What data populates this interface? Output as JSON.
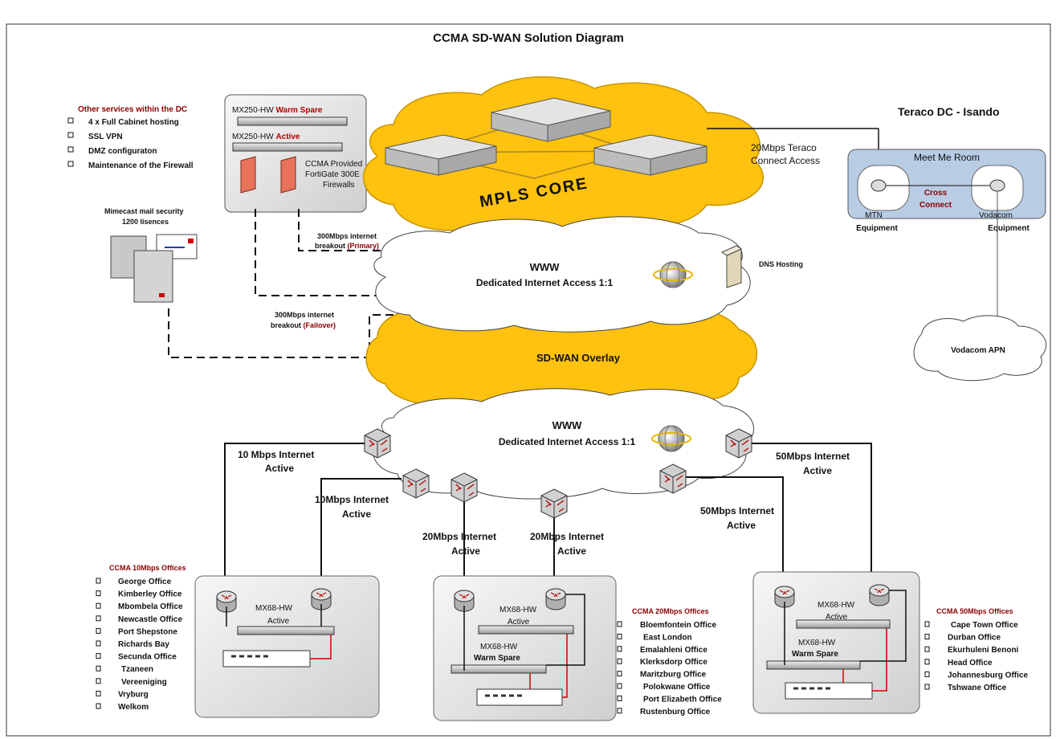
{
  "title": "CCMA  SD-WAN Solution Diagram",
  "dc_services": {
    "heading": "Other services within the DC",
    "items": [
      "4 x Full Cabinet hosting",
      "SSL VPN",
      "DMZ configuraton",
      "Maintenance of the Firewall"
    ]
  },
  "dc_box": {
    "mx_spare_prefix": "MX250-HW ",
    "mx_spare_status": "Warm Spare",
    "mx_active_prefix": "MX250-HW ",
    "mx_active_status": "Active",
    "fw_line1": "CCMA Provided",
    "fw_line2": "FortiGate 300E",
    "fw_line3": "Firewalls"
  },
  "mimecast": {
    "line1": "Mimecast mail security",
    "line2": "1200 lisences"
  },
  "mpls": {
    "label": "MPLS CORE"
  },
  "teraco": {
    "title": "Teraco DC - Isando",
    "access_line1": "20Mbps Teraco",
    "access_line2": "Connect Access",
    "meet_me_room": "Meet Me Room",
    "cross_connect_1": "Cross",
    "cross_connect_2": "Connect",
    "mtn": "MTN",
    "vodacom": "Vodacom",
    "equipment": "Equipment"
  },
  "vodacom_apn": "Vodacom APN",
  "dns": "DNS Hosting",
  "primary": {
    "line1": "300Mbps internet",
    "line2": "breakout ",
    "tag": "(Primary)"
  },
  "failover": {
    "line1": "300Mbps internet",
    "line2": "breakout ",
    "tag": "(Failover)"
  },
  "www_top": {
    "line1": "WWW",
    "line2": "Dedicated Internet Access 1:1"
  },
  "sdwan": "SD-WAN Overlay",
  "www_bottom": {
    "line1": "WWW",
    "line2": "Dedicated Internet Access 1:1"
  },
  "links": {
    "l10a": "10 Mbps Internet",
    "l10b": "10Mbps Internet",
    "l20a": "20Mbps Internet",
    "l20b": "20Mbps Internet",
    "l50a": "50Mbps Internet",
    "l50b": "50Mbps Internet",
    "active": "Active"
  },
  "office_devices": {
    "mx68": "MX68-HW",
    "active": "Active",
    "warm_spare": "Warm Spare"
  },
  "offices_10": {
    "heading": "CCMA 10Mbps Offices",
    "items": [
      "George Office",
      "Kimberley Office",
      "Mbombela Office",
      "Newcastle Office",
      "Port Shepstone",
      "Richards Bay",
      "Secunda Office",
      "Tzaneen",
      "Vereeniging",
      "Vryburg",
      "Welkom"
    ]
  },
  "offices_20": {
    "heading": "CCMA 20Mbps Offices",
    "items": [
      "Bloemfontein Office",
      "East London",
      "Emalahleni Office",
      "Klerksdorp Office",
      "Maritzburg Office",
      "Polokwane Office",
      "Port Elizabeth Office",
      "Rustenburg Office"
    ]
  },
  "offices_50": {
    "heading": "CCMA 50Mbps Offices",
    "items": [
      "Cape Town Office",
      "Durban Office",
      "Ekurhuleni Benoni",
      "Head Office",
      "Johannesburg Office",
      "Tshwane Office"
    ]
  },
  "colors": {
    "accent_red": "#8b0000",
    "cloud_orange": "#ffc20e",
    "meet_room": "#b8cce4",
    "box_gray": "#e6e6e6"
  }
}
